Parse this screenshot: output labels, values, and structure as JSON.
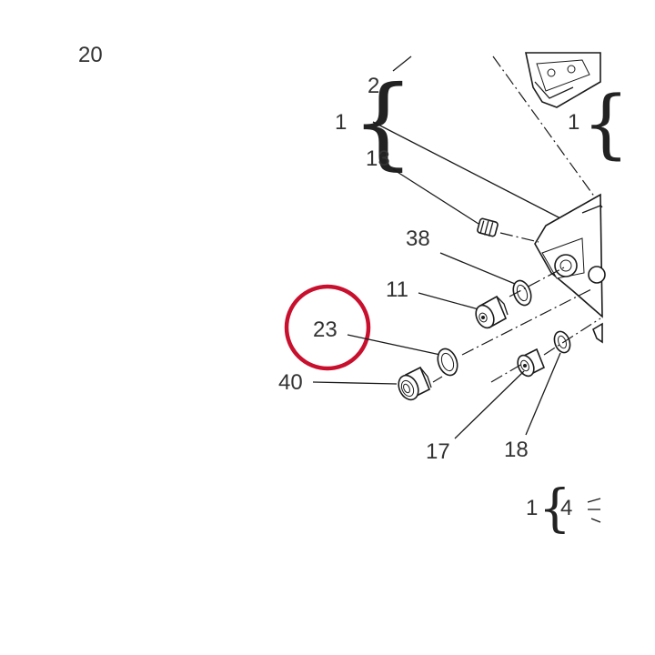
{
  "labels": {
    "top_partial": "20",
    "group1_top_item": "2",
    "group1_main": "1",
    "group1_bottom_item": "13",
    "right_group_main": "1",
    "p38": "38",
    "p11": "11",
    "p23": "23",
    "p40": "40",
    "p17": "17",
    "p18": "18",
    "bottom_group_main": "1",
    "bottom_group_item": "4"
  },
  "colors": {
    "highlight_circle": "#c8102e",
    "line": "#1a1a1a",
    "text": "#333333"
  },
  "highlighted_part": "23"
}
